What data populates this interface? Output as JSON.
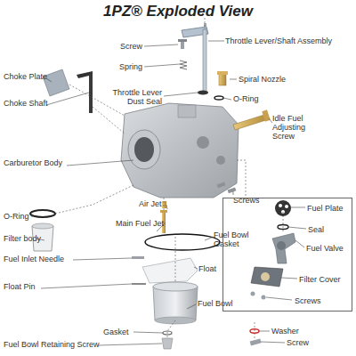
{
  "diagram": {
    "title": "1PZ® Exploded View",
    "nodes": [
      {
        "text": [
          "Fuel Plate",
          "Seal",
          "Fuel Valve",
          "Filter Cover",
          "Screws"
        ]
      }
    ],
    "labels": [
      "Screw",
      "Throttle Lever/Shaft Assembly",
      "Spring",
      "Choke Plate",
      "Spiral Nozzle",
      "Throttle Lever Dust Seal",
      "Choke Shaft",
      "O-Ring",
      "Idle Fuel Adjusting Screw",
      "Carburetor Body",
      "Screws",
      "O-Ring",
      "Air Jet",
      "Filter body",
      "Main Fuel Jet",
      "Fuel Bowl Gasket",
      "Fuel Inlet Needle",
      "Float",
      "Float Pin",
      "Fuel Bowl",
      "Gasket",
      "Washer",
      "Fuel Bowl Retaining Screw",
      "Screw"
    ]
  }
}
